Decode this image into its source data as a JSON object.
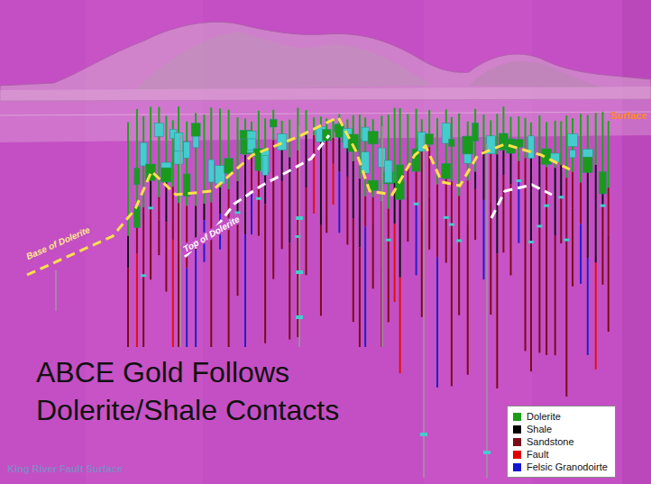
{
  "diagram": {
    "title": "ABCE Gold Follows Dolerite/Shale Contacts",
    "labels": [
      "Surface",
      "Base of Dolerite",
      "Top of Dolerite",
      "King River Fault Surface"
    ],
    "legend": [
      {
        "text": "Dolerite",
        "color": "#1a9e1a"
      },
      {
        "text": "Shale",
        "color": "#000000"
      },
      {
        "text": "Sandstone",
        "color": "#7a0c18"
      },
      {
        "text": "Fault",
        "color": "#e00000"
      },
      {
        "text": "Felsic Granodoirte",
        "color": "#1515d0"
      }
    ]
  }
}
